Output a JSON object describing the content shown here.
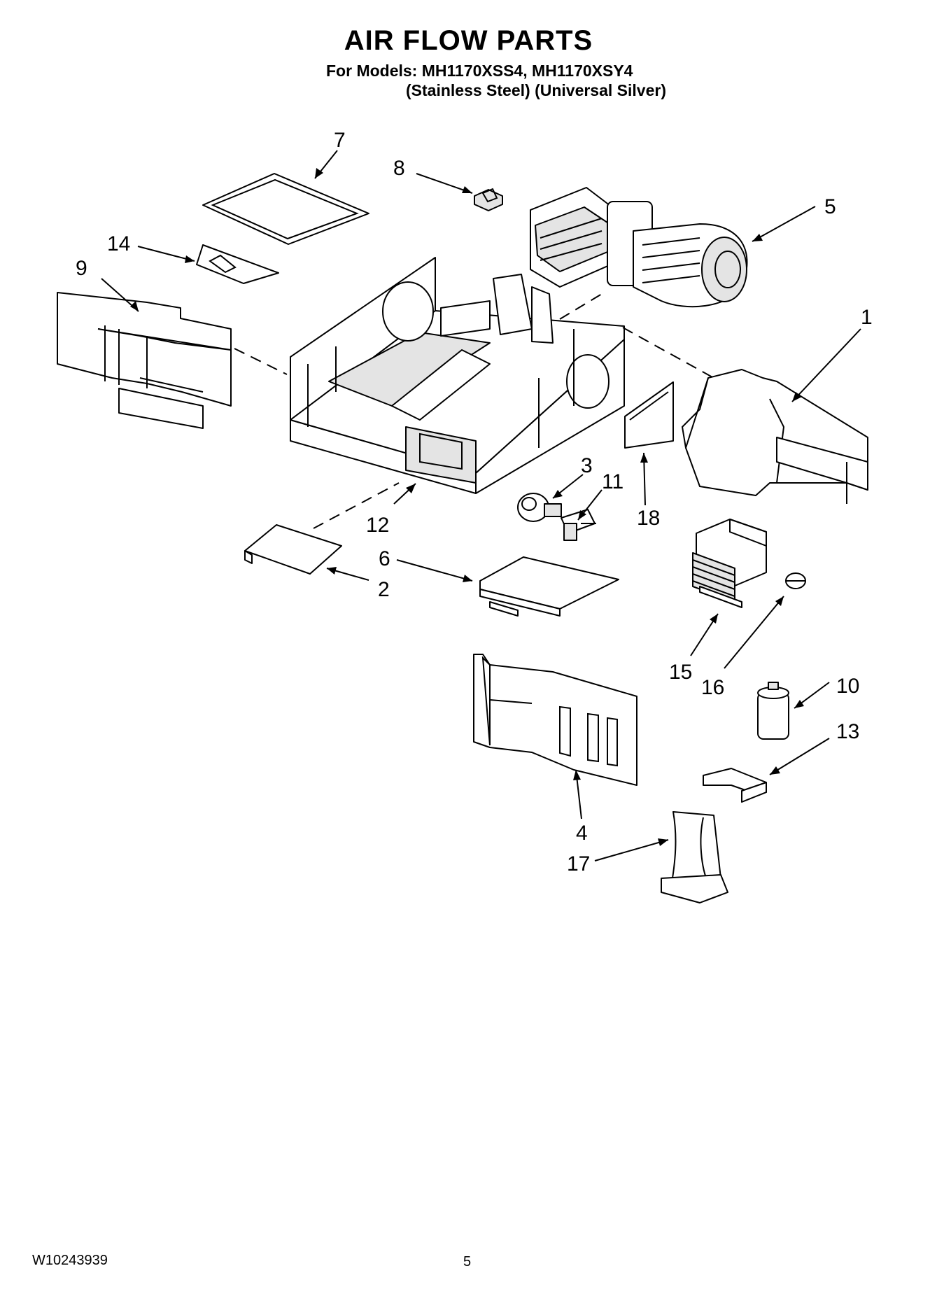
{
  "header": {
    "title": "AIR FLOW PARTS",
    "models_line": "For Models: MH1170XSS4, MH1170XSY4",
    "finishes_line": "(Stainless Steel) (Universal Silver)"
  },
  "footer": {
    "doc_number": "W10243939",
    "page_number": "5"
  },
  "callouts": {
    "p1": "1",
    "p2": "2",
    "p3": "3",
    "p4": "4",
    "p5": "5",
    "p6": "6",
    "p7": "7",
    "p8": "8",
    "p9": "9",
    "p10": "10",
    "p11": "11",
    "p12": "12",
    "p13": "13",
    "p14": "14",
    "p15": "15",
    "p16": "16",
    "p17": "17",
    "p18": "18"
  }
}
